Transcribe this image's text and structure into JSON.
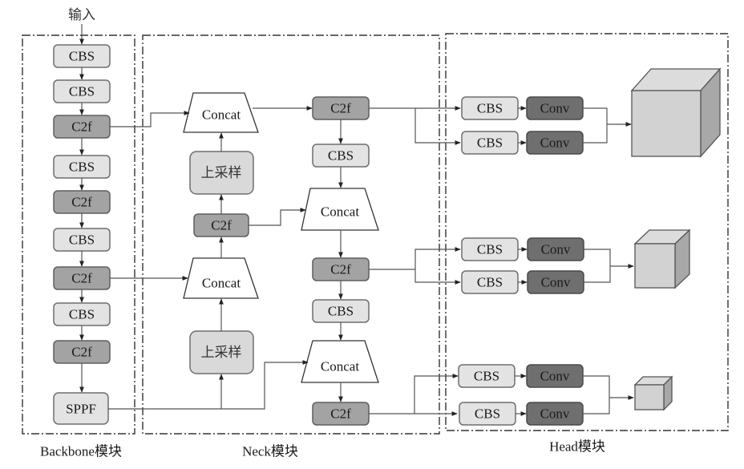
{
  "input_label": "输入",
  "sections": {
    "backbone": "Backbone模块",
    "neck": "Neck模块",
    "head": "Head模块"
  },
  "backbone": [
    "CBS",
    "CBS",
    "C2f",
    "CBS",
    "C2f",
    "CBS",
    "C2f",
    "CBS",
    "C2f",
    "SPPF"
  ],
  "neck": {
    "concat_top_left": "Concat",
    "upsample_top": "上采样",
    "c2f_left": "C2f",
    "concat_mid_left": "Concat",
    "upsample_bottom": "上采样",
    "c2f_top_right": "C2f",
    "cbs_top_right": "CBS",
    "concat_mid_right": "Concat",
    "c2f_mid_right": "C2f",
    "cbs_mid_right": "CBS",
    "concat_bottom_right": "Concat",
    "c2f_bottom_right": "C2f"
  },
  "head": {
    "branches": [
      {
        "cbs": "CBS",
        "conv": "Conv"
      },
      {
        "cbs": "CBS",
        "conv": "Conv"
      },
      {
        "cbs": "CBS",
        "conv": "Conv"
      },
      {
        "cbs": "CBS",
        "conv": "Conv"
      },
      {
        "cbs": "CBS",
        "conv": "Conv"
      },
      {
        "cbs": "CBS",
        "conv": "Conv"
      }
    ],
    "outputs": [
      "large-output-cube",
      "medium-output-cube",
      "small-output-cube"
    ]
  }
}
